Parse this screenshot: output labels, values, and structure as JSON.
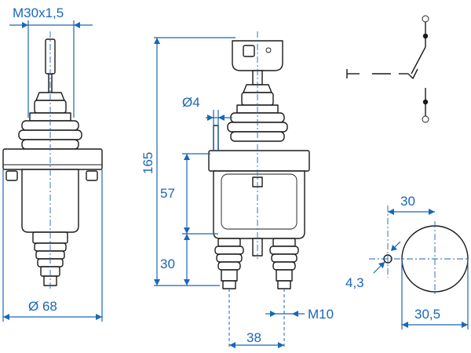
{
  "dimensions": {
    "thread": "M30x1,5",
    "diameter_base": "Ø 68",
    "pin_diameter": "Ø4",
    "height_total": "165",
    "height_body": "57",
    "height_terminal": "30",
    "terminal_thread": "M10",
    "terminal_spacing": "38",
    "hole_spacing": "30",
    "hole_diameter": "4,3",
    "cutout_width": "30,5"
  }
}
